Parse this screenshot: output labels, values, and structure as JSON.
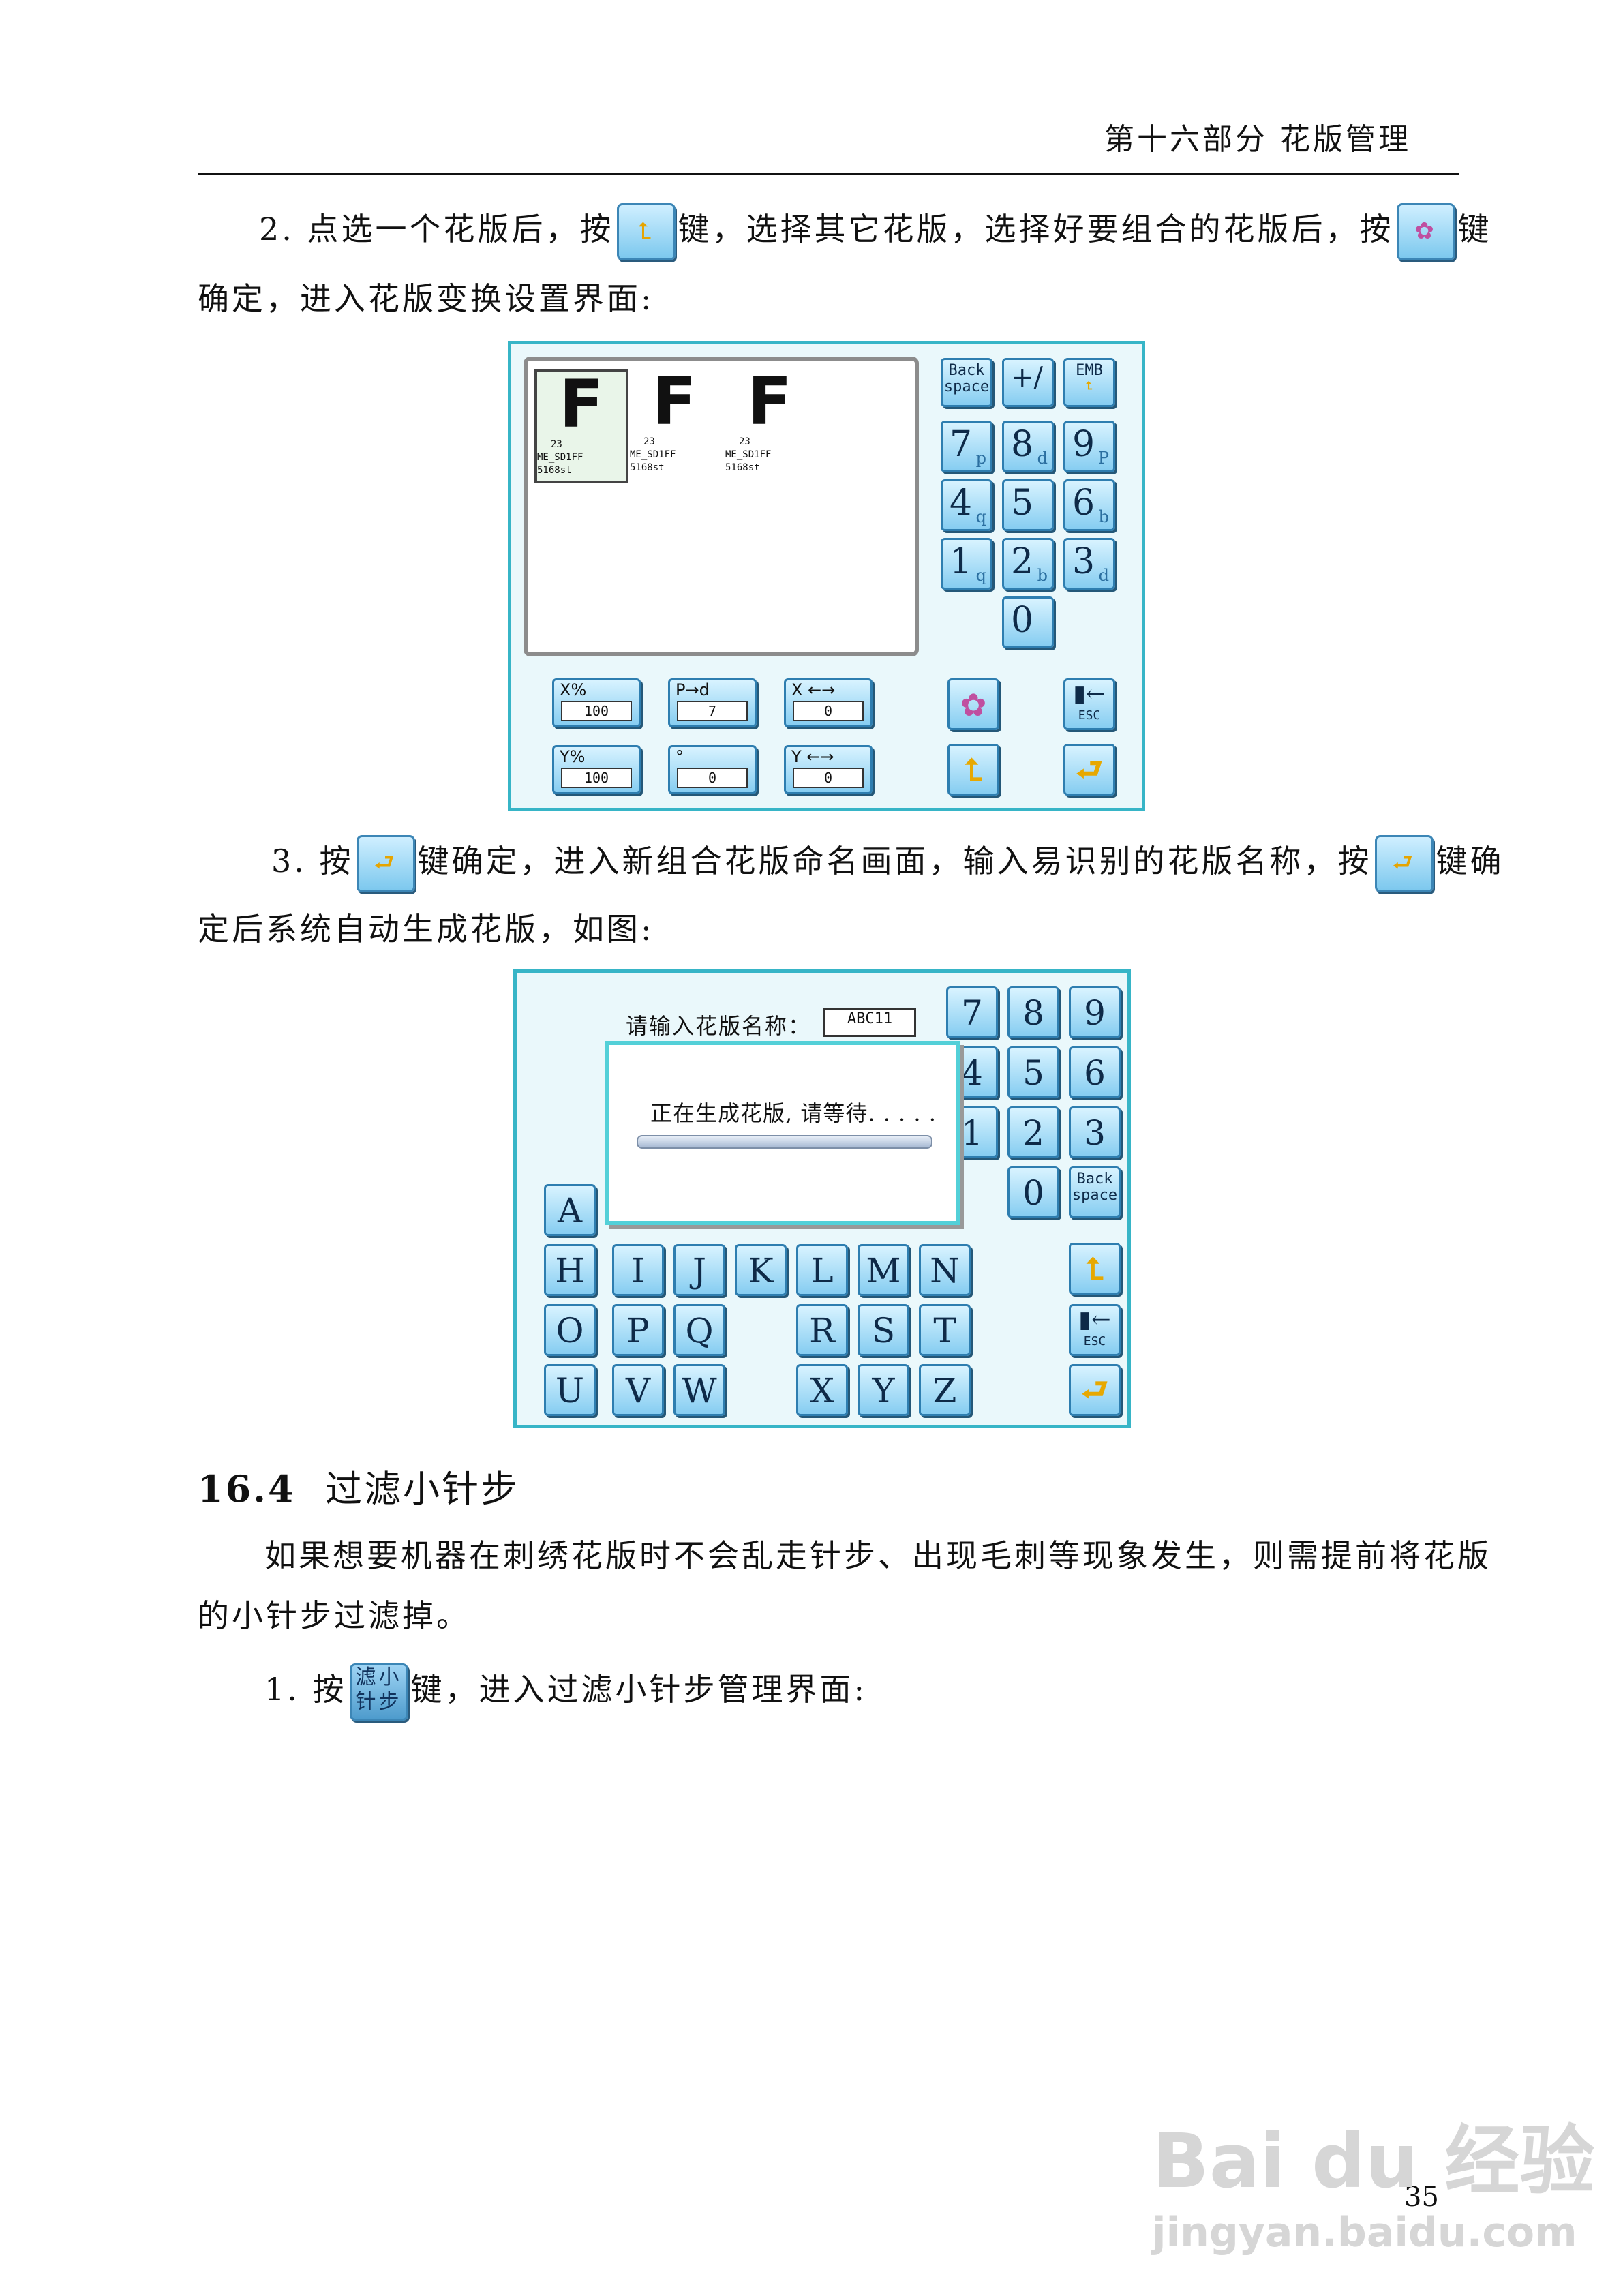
{
  "header": {
    "title": "第十六部分    花版管理"
  },
  "step2": {
    "num": "2.",
    "line1_a": "点选一个花版后，按",
    "line1_b": "键，选择其它花版，选择好要组合的花版后，按",
    "line1_c": "键",
    "line2": "确定，进入花版变换设置界面:"
  },
  "screen1": {
    "patterns": [
      {
        "glyph": "F",
        "meta": "23\nME_SD1FF\n5168st",
        "selected": true
      },
      {
        "glyph": "F",
        "meta": "23\nME_SD1FF\n5168st",
        "selected": false
      },
      {
        "glyph": "F",
        "meta": "23\nME_SD1FF\n5168st",
        "selected": false
      }
    ],
    "top_keys": {
      "backspace": "Back\nspace",
      "plusminus": "+/",
      "emb": "EMB"
    },
    "keypad": [
      {
        "main": "7",
        "sub": "p"
      },
      {
        "main": "8",
        "sub": "d"
      },
      {
        "main": "9",
        "sub": "P"
      },
      {
        "main": "4",
        "sub": "q"
      },
      {
        "main": "5",
        "sub": ""
      },
      {
        "main": "6",
        "sub": "b"
      },
      {
        "main": "1",
        "sub": "q"
      },
      {
        "main": "2",
        "sub": "b"
      },
      {
        "main": "3",
        "sub": "d"
      },
      {
        "main": "0",
        "sub": ""
      }
    ],
    "params": [
      {
        "label": "X%",
        "value": "100"
      },
      {
        "label": "P→d",
        "value": "7"
      },
      {
        "label": "X ←→",
        "value": "0"
      },
      {
        "label": "Y%",
        "value": "100"
      },
      {
        "label": "°",
        "value": "0"
      },
      {
        "label": "Y ←→",
        "value": "0"
      }
    ],
    "esc": "ESC"
  },
  "step3": {
    "num": "3.",
    "line1_a": "按",
    "line1_b": "键确定，进入新组合花版命名画面，输入易识别的花版名称，按",
    "line1_c": "键确",
    "line2": "定后系统自动生成花版，如图:"
  },
  "screen2": {
    "prompt": "请输入花版名称：",
    "name_value": "ABC11",
    "dialog_text": "正在生成花版, 请等待. . . . .",
    "progress": 0.0,
    "num_keys": [
      "7",
      "8",
      "9",
      "4",
      "5",
      "6",
      "1",
      "2",
      "3",
      "0"
    ],
    "backspace": "Back\nspace",
    "letters_row1": [
      "A"
    ],
    "letters_row2": [
      "H",
      "I",
      "J",
      "K",
      "L",
      "M",
      "N"
    ],
    "letters_row3": [
      "O",
      "P",
      "Q",
      "R",
      "S",
      "T"
    ],
    "letters_row4": [
      "U",
      "V",
      "W",
      "X",
      "Y",
      "Z"
    ],
    "esc": "ESC"
  },
  "section": {
    "number": "16.4",
    "title": "过滤小针步",
    "intro_line1": "如果想要机器在刺绣花版时不会乱走针步、出现毛刺等现象发生，则需提前将花版",
    "intro_line2": "的小针步过滤掉。",
    "step1_num": "1.",
    "step1_a": "按",
    "step1_key": "滤小\n针步",
    "step1_b": "键，进入过滤小针步管理界面:"
  },
  "footer": {
    "page_number": "35"
  },
  "watermark": {
    "brand": "Bai du 经验",
    "url": "jingyan.baidu.com"
  }
}
